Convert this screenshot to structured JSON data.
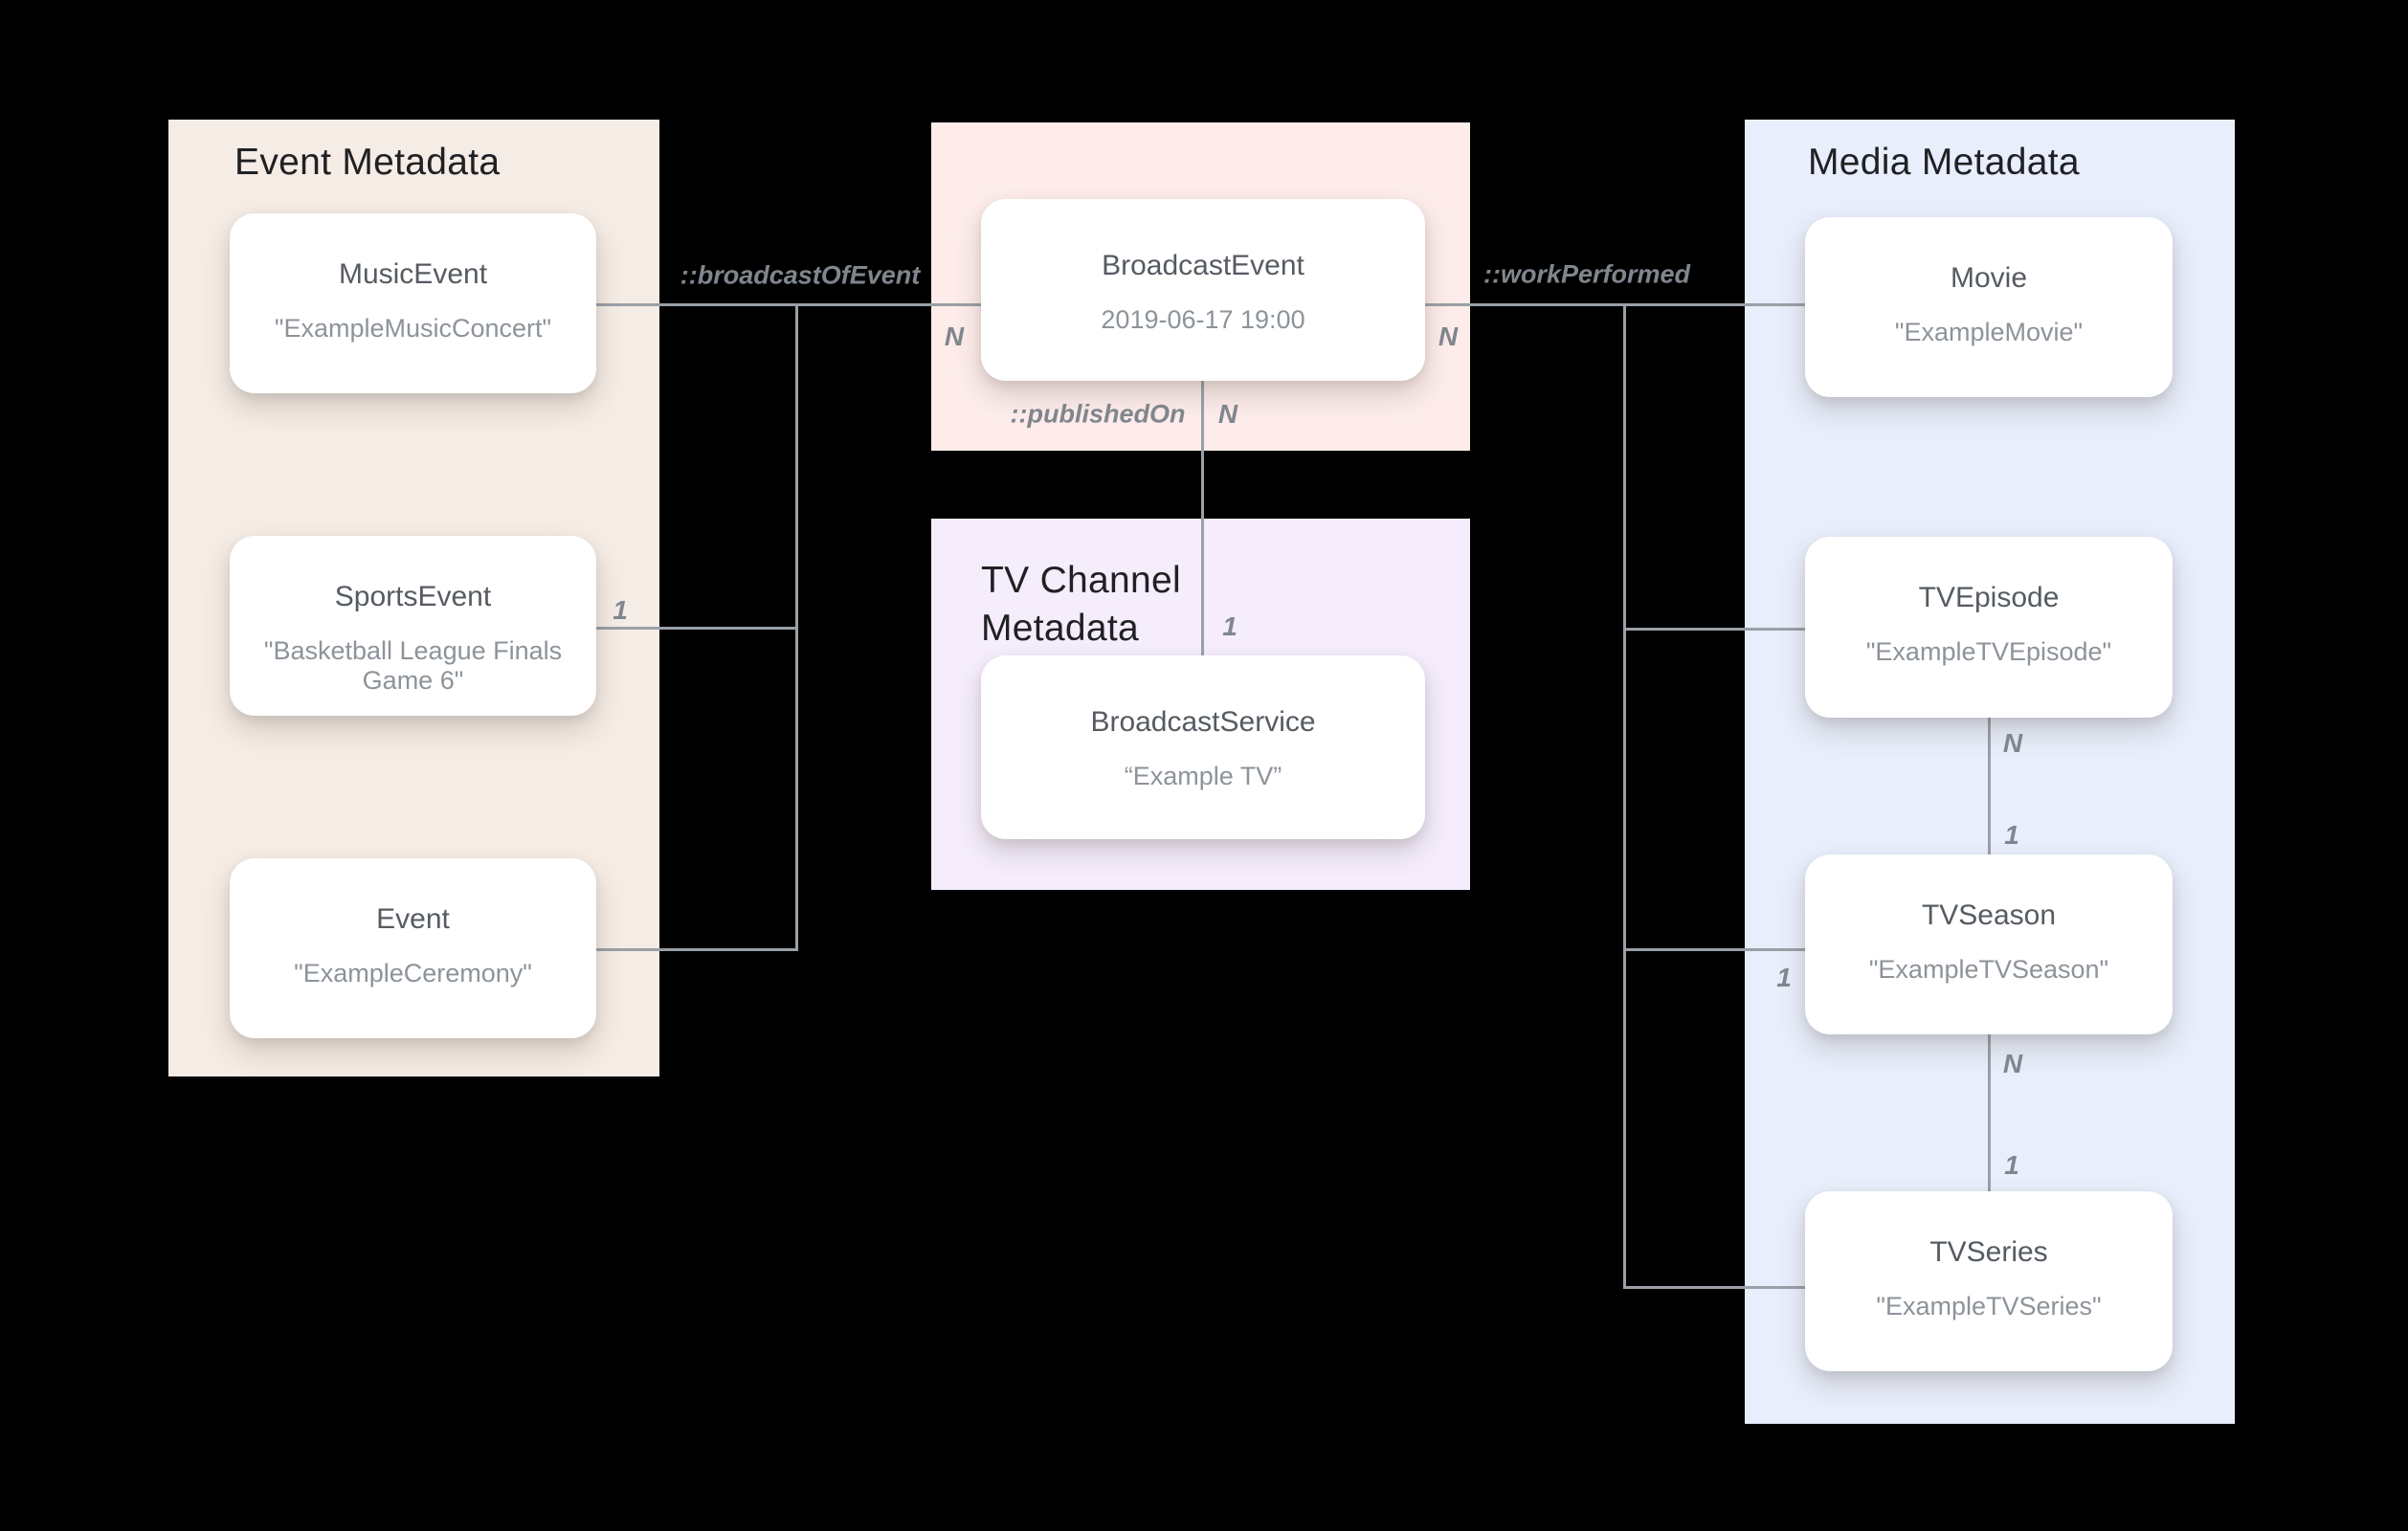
{
  "diagram": {
    "panels": {
      "event": {
        "title": "Event Metadata"
      },
      "tv_channel": {
        "title": "TV Channel\nMetadata"
      },
      "media": {
        "title": "Media Metadata"
      }
    },
    "nodes": {
      "music_event": {
        "title": "MusicEvent",
        "subtitle": "\"ExampleMusicConcert\""
      },
      "sports_event": {
        "title": "SportsEvent",
        "subtitle": "\"Basketball League Finals\nGame 6\""
      },
      "event": {
        "title": "Event",
        "subtitle": "\"ExampleCeremony\""
      },
      "broadcast_event": {
        "title": "BroadcastEvent",
        "subtitle": "2019-06-17 19:00"
      },
      "broadcast_service": {
        "title": "BroadcastService",
        "subtitle": "“Example TV”"
      },
      "movie": {
        "title": "Movie",
        "subtitle": "\"ExampleMovie\""
      },
      "tv_episode": {
        "title": "TVEpisode",
        "subtitle": "\"ExampleTVEpisode\""
      },
      "tv_season": {
        "title": "TVSeason",
        "subtitle": "\"ExampleTVSeason\""
      },
      "tv_series": {
        "title": "TVSeries",
        "subtitle": "\"ExampleTVSeries\""
      }
    },
    "relations": {
      "broadcast_of_event": "::broadcastOfEvent",
      "published_on": "::publishedOn",
      "work_performed": "::workPerformed"
    },
    "cardinality": {
      "n": "N",
      "one": "1"
    },
    "colors": {
      "background": "#000000",
      "event_panel": "#f5ece5",
      "broadcast_panel": "#fdecea",
      "tv_panel": "#f5edfc",
      "media_panel": "#e8eefb",
      "node_bg": "#ffffff",
      "panel_title": "#202124",
      "node_title": "#565b62",
      "node_subtitle": "#8d939a",
      "connector": "#9aa0a6",
      "label": "#80868d"
    }
  }
}
